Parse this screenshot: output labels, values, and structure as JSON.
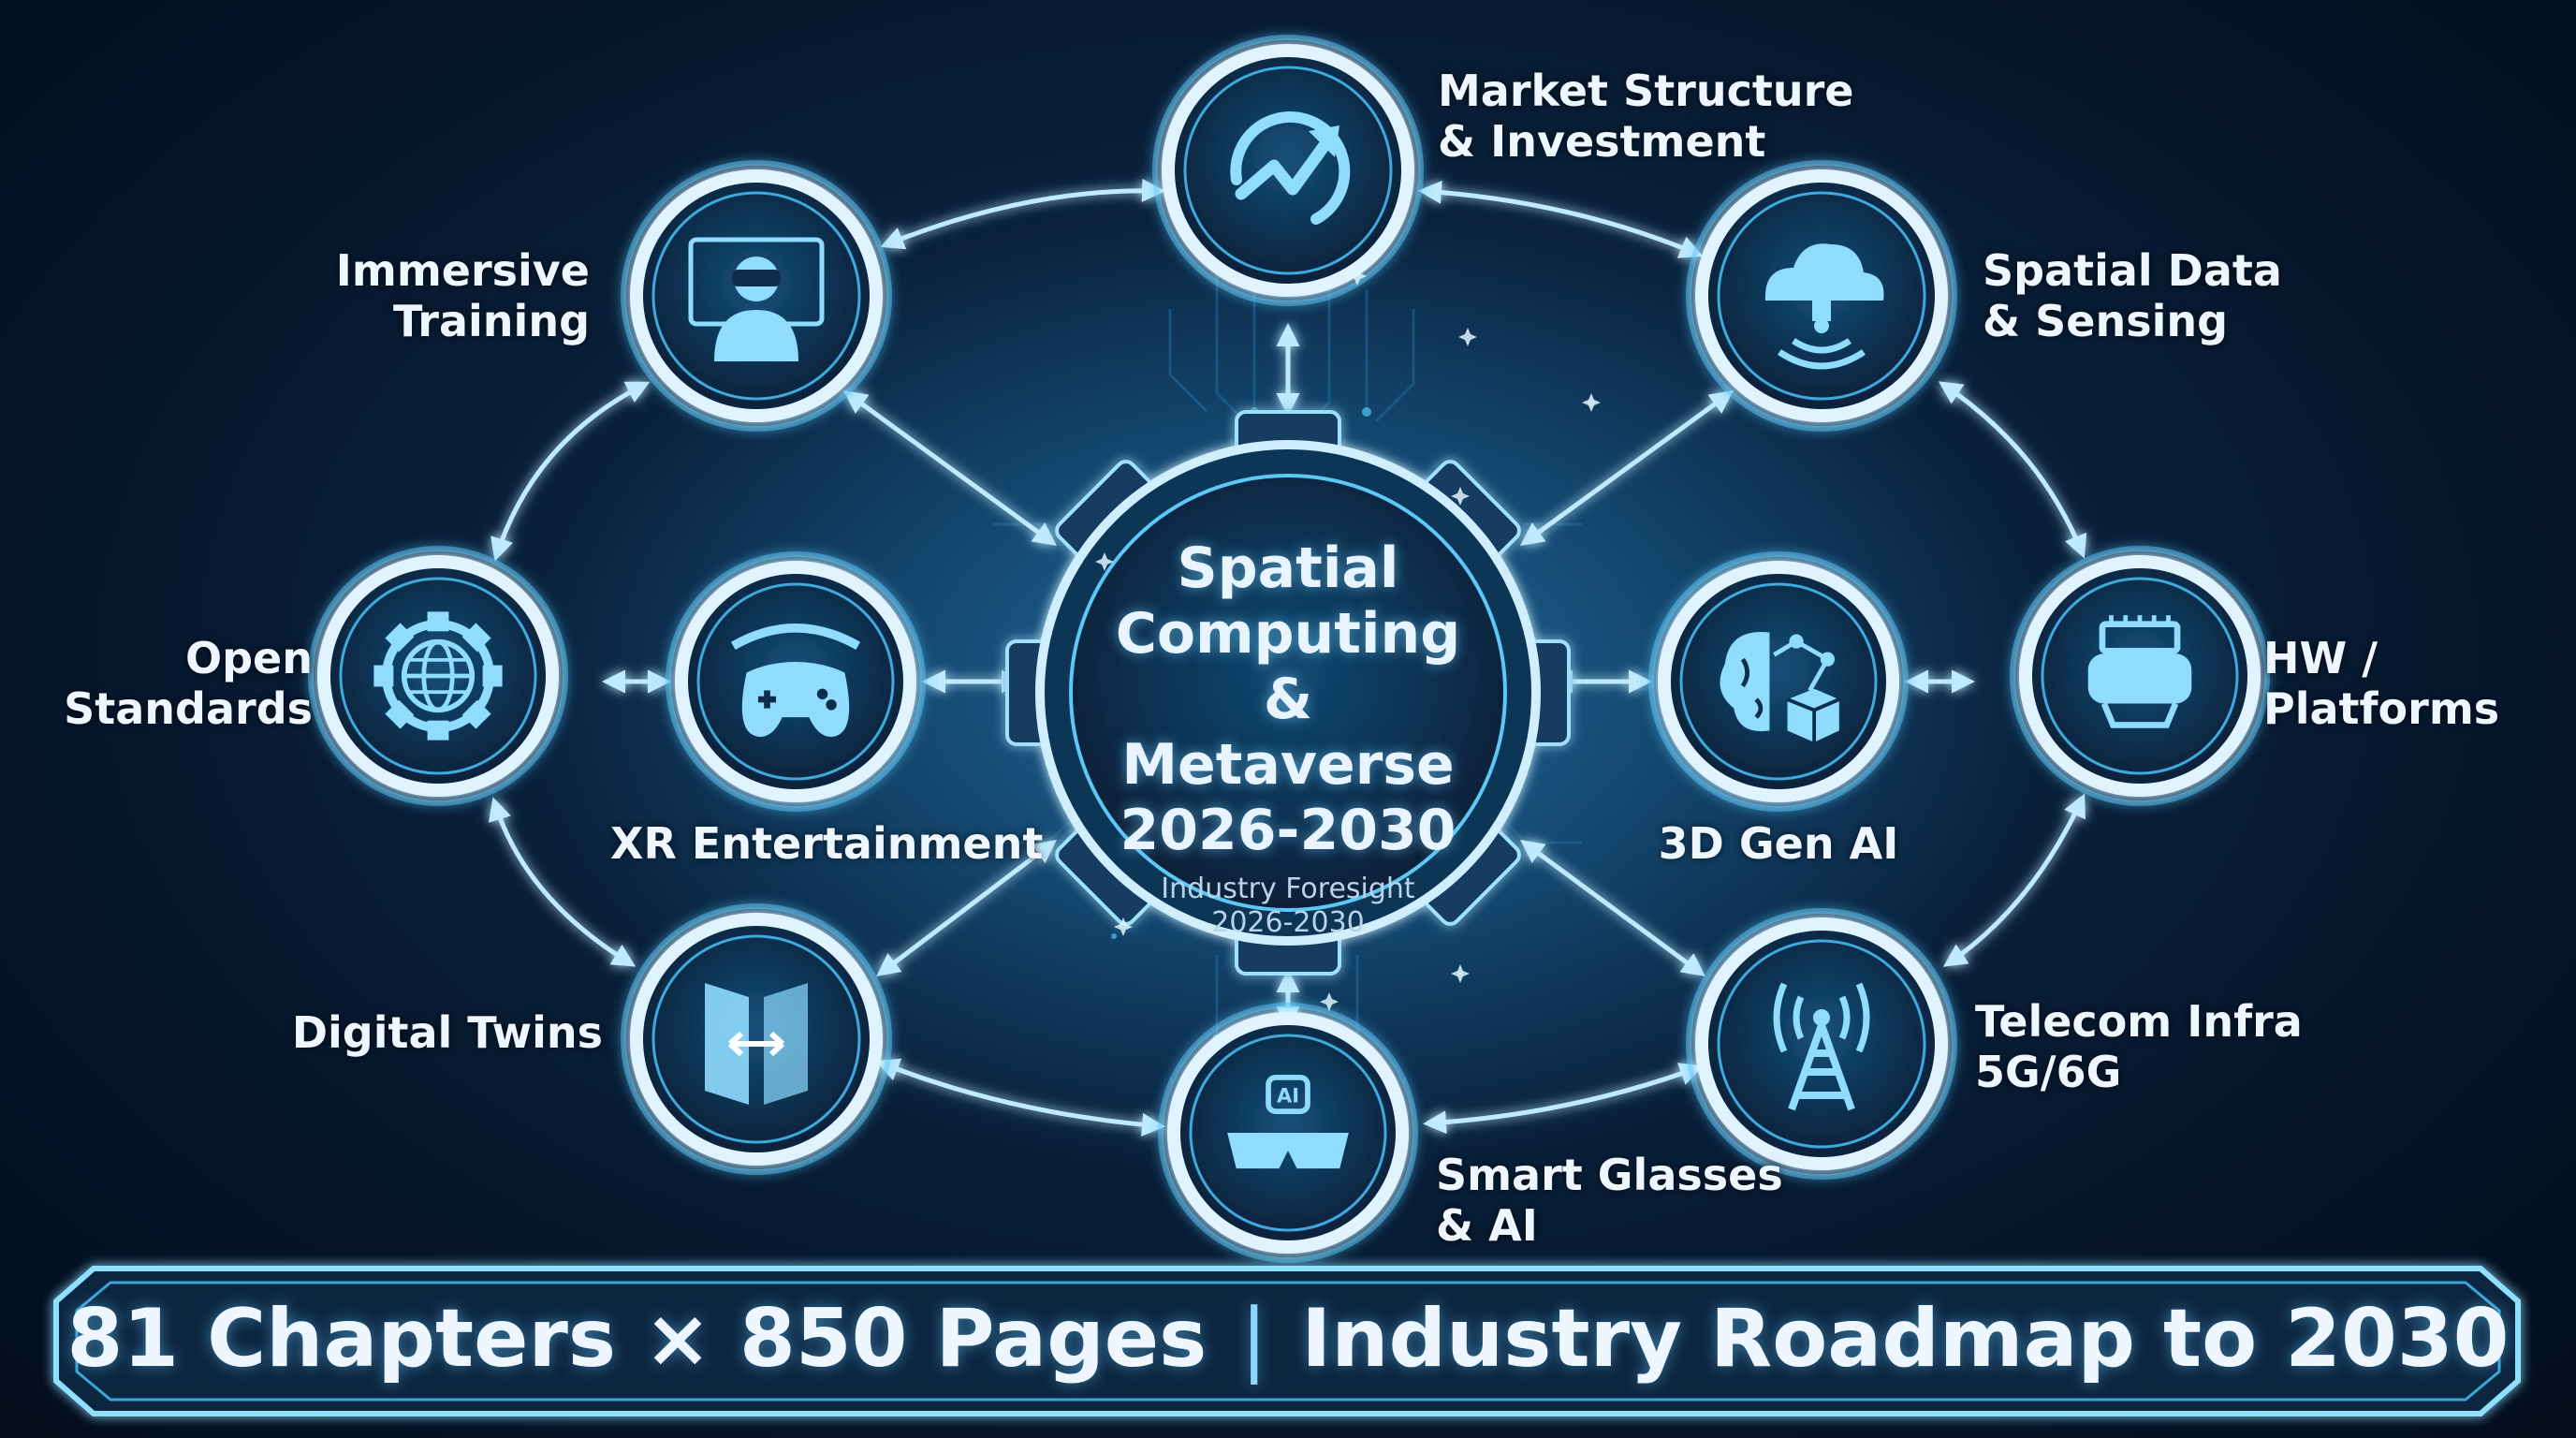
{
  "hub": {
    "title_lines": [
      "Spatial",
      "Computing",
      "& Metaverse",
      "2026-2030"
    ],
    "subtitle_lines": [
      "Industry Foresight",
      "2026-2030"
    ]
  },
  "nodes": [
    {
      "id": "market",
      "icon": "trend-chart-icon",
      "label_lines": [
        "Market Structure",
        "& Investment"
      ]
    },
    {
      "id": "spatial-data",
      "icon": "cloud-sensor-icon",
      "label_lines": [
        "Spatial Data",
        "& Sensing"
      ]
    },
    {
      "id": "hw-platforms",
      "icon": "vr-headset-chip-icon",
      "label_lines": [
        "HW /",
        "Platforms"
      ]
    },
    {
      "id": "telecom",
      "icon": "cell-tower-icon",
      "label_lines": [
        "Telecom Infra",
        "5G/6G"
      ]
    },
    {
      "id": "smart-glasses",
      "icon": "ai-glasses-icon",
      "label_lines": [
        "Smart Glasses",
        "& AI"
      ]
    },
    {
      "id": "digital-twins",
      "icon": "twin-buildings-icon",
      "label_lines": [
        "Digital Twins"
      ]
    },
    {
      "id": "open-standards",
      "icon": "globe-gear-icon",
      "label_lines": [
        "Open",
        "Standards"
      ]
    },
    {
      "id": "immersive-training",
      "icon": "vr-trainee-icon",
      "label_lines": [
        "Immersive",
        "Training"
      ]
    },
    {
      "id": "xr-entertainment",
      "icon": "gamepad-headset-icon",
      "label_lines": [
        "XR Entertainment"
      ]
    },
    {
      "id": "3d-gen-ai",
      "icon": "brain-cube-icon",
      "label_lines": [
        "3D Gen AI"
      ]
    }
  ],
  "banner": {
    "left": "81 Chapters × 850 Pages",
    "separator": "|",
    "right": "Industry Roadmap to 2030"
  },
  "colors": {
    "background": "#071a30",
    "accent": "#7fd8ff",
    "glow": "#4fc3f7",
    "ring": "#dff4ff",
    "node_fill": "#0c2e4c"
  }
}
